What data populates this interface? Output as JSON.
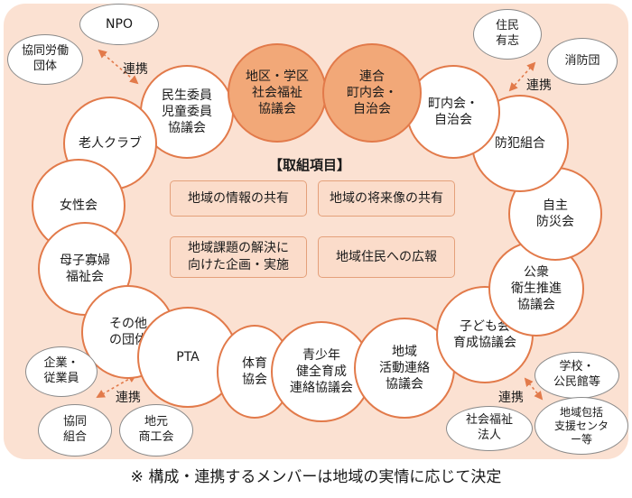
{
  "members": [
    {
      "id": "m-minsei",
      "label": "民生委員\n児童委員\n協議会"
    },
    {
      "id": "m-rojin",
      "label": "老人クラブ"
    },
    {
      "id": "m-josei",
      "label": "女性会"
    },
    {
      "id": "m-boshi",
      "label": "母子寡婦\n福祉会"
    },
    {
      "id": "m-sonota",
      "label": "その他\nの団体"
    },
    {
      "id": "m-pta",
      "label": "PTA"
    },
    {
      "id": "m-taiiku",
      "label": "体育\n協会"
    },
    {
      "id": "m-seishonen",
      "label": "青少年\n健全育成\n連絡協議会"
    },
    {
      "id": "m-chiiki",
      "label": "地域\n活動連絡\n協議会"
    },
    {
      "id": "m-kodomo",
      "label": "子ども会\n育成協議会"
    },
    {
      "id": "m-koshu",
      "label": "公衆\n衛生推進\n協議会"
    },
    {
      "id": "m-jishu",
      "label": "自主\n防災会"
    },
    {
      "id": "m-bohan",
      "label": "防犯組合"
    },
    {
      "id": "m-chonai",
      "label": "町内会・\n自治会"
    }
  ],
  "core": [
    {
      "id": "c-shakyo",
      "label": "地区・学区\n社会福祉\n協議会"
    },
    {
      "id": "c-rengo",
      "label": "連合\n町内会・\n自治会"
    }
  ],
  "partners": [
    {
      "id": "p-npo",
      "label": "NPO"
    },
    {
      "id": "p-rodo",
      "label": "協同労働\n団体"
    },
    {
      "id": "p-jumin",
      "label": "住民\n有志"
    },
    {
      "id": "p-shobo",
      "label": "消防団"
    },
    {
      "id": "p-kigyo",
      "label": "企業・\n従業員"
    },
    {
      "id": "p-kyodo",
      "label": "協同\n組合"
    },
    {
      "id": "p-shoko",
      "label": "地元\n商工会"
    },
    {
      "id": "p-gakko",
      "label": "学校・\n公民館等"
    },
    {
      "id": "p-shafuku",
      "label": "社会福祉\n法人"
    },
    {
      "id": "p-hokatsu",
      "label": "地域包括\n支援センタ\nー等"
    }
  ],
  "links": [
    "連携",
    "連携",
    "連携",
    "連携"
  ],
  "items_title": "【取組項目】",
  "items": [
    "地域の情報の共有",
    "地域の将来像の共有",
    "地域課題の解決に\n向けた企画・実施",
    "地域住民への広報"
  ],
  "footnote": "※ 構成・連携するメンバーは地域の実情に応じて決定",
  "colors": {
    "panel": "#fbe1d2",
    "accent": "#e27a4a",
    "core_fill": "#f2a878",
    "item_fill": "#fbdcca",
    "link": "#e27a4a"
  }
}
